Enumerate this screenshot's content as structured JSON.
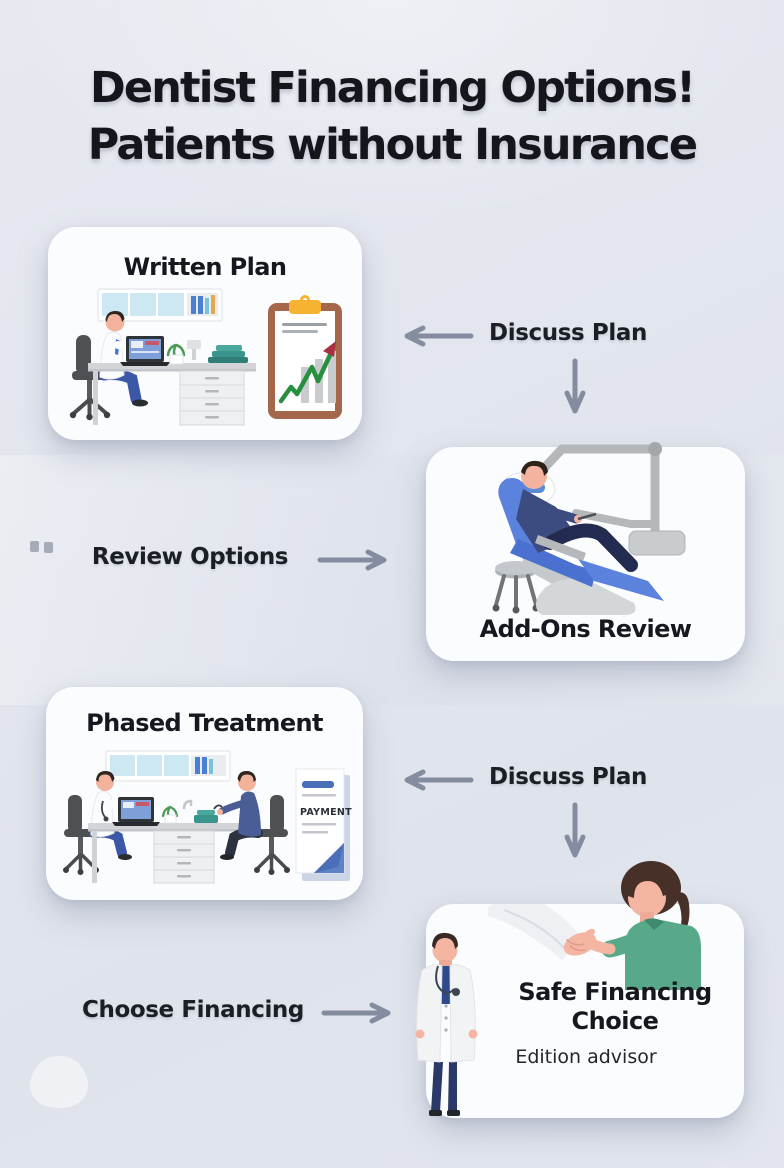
{
  "title": {
    "line1": "Dentist Financing Options!",
    "line2": "Patients without Insurance"
  },
  "steps": [
    {
      "card_title": "Written Plan",
      "illustration": "dentist-at-desk-with-clipboard-growth-chart"
    },
    {
      "card_title": "Add-Ons Review",
      "illustration": "patient-in-dental-chair-with-overhead-lamp"
    },
    {
      "card_title": "Phased Treatment",
      "illustration": "doctor-patient-consultation-with-payment-document",
      "document_label": "PAYMENT"
    },
    {
      "card_title": "Safe Financing Choice",
      "card_subtitle": "Edition advisor",
      "illustration": "doctor-and-patient-handshake"
    }
  ],
  "flow_labels": [
    {
      "text": "Discuss Plan",
      "arrows": [
        "left",
        "down"
      ]
    },
    {
      "text": "Review Options",
      "arrows": [
        "right"
      ]
    },
    {
      "text": "Discuss Plan",
      "arrows": [
        "left",
        "down"
      ]
    },
    {
      "text": "Choose Financing",
      "arrows": [
        "right"
      ]
    }
  ],
  "colors": {
    "background": "#e3e6ee",
    "card_background": "#fbfcfe",
    "heading_text": "#15181e",
    "label_text": "#1b1e24",
    "arrow_gray": "#848da0",
    "chair_blue": "#5b82dd",
    "suit_navy": "#3d4c80",
    "coat_white": "#f1f3f5",
    "skin": "#f3b3a0",
    "hair_brown": "#3a2a22",
    "green_top": "#57a98a",
    "clipboard_brown": "#a5674c",
    "clip_yellow": "#f6b331",
    "chart_green": "#27903f",
    "chart_red": "#a83242",
    "doc_blue": "#4a6fb8",
    "teal_books": "#38948c",
    "cabinet_glass": "#cde8f2"
  }
}
